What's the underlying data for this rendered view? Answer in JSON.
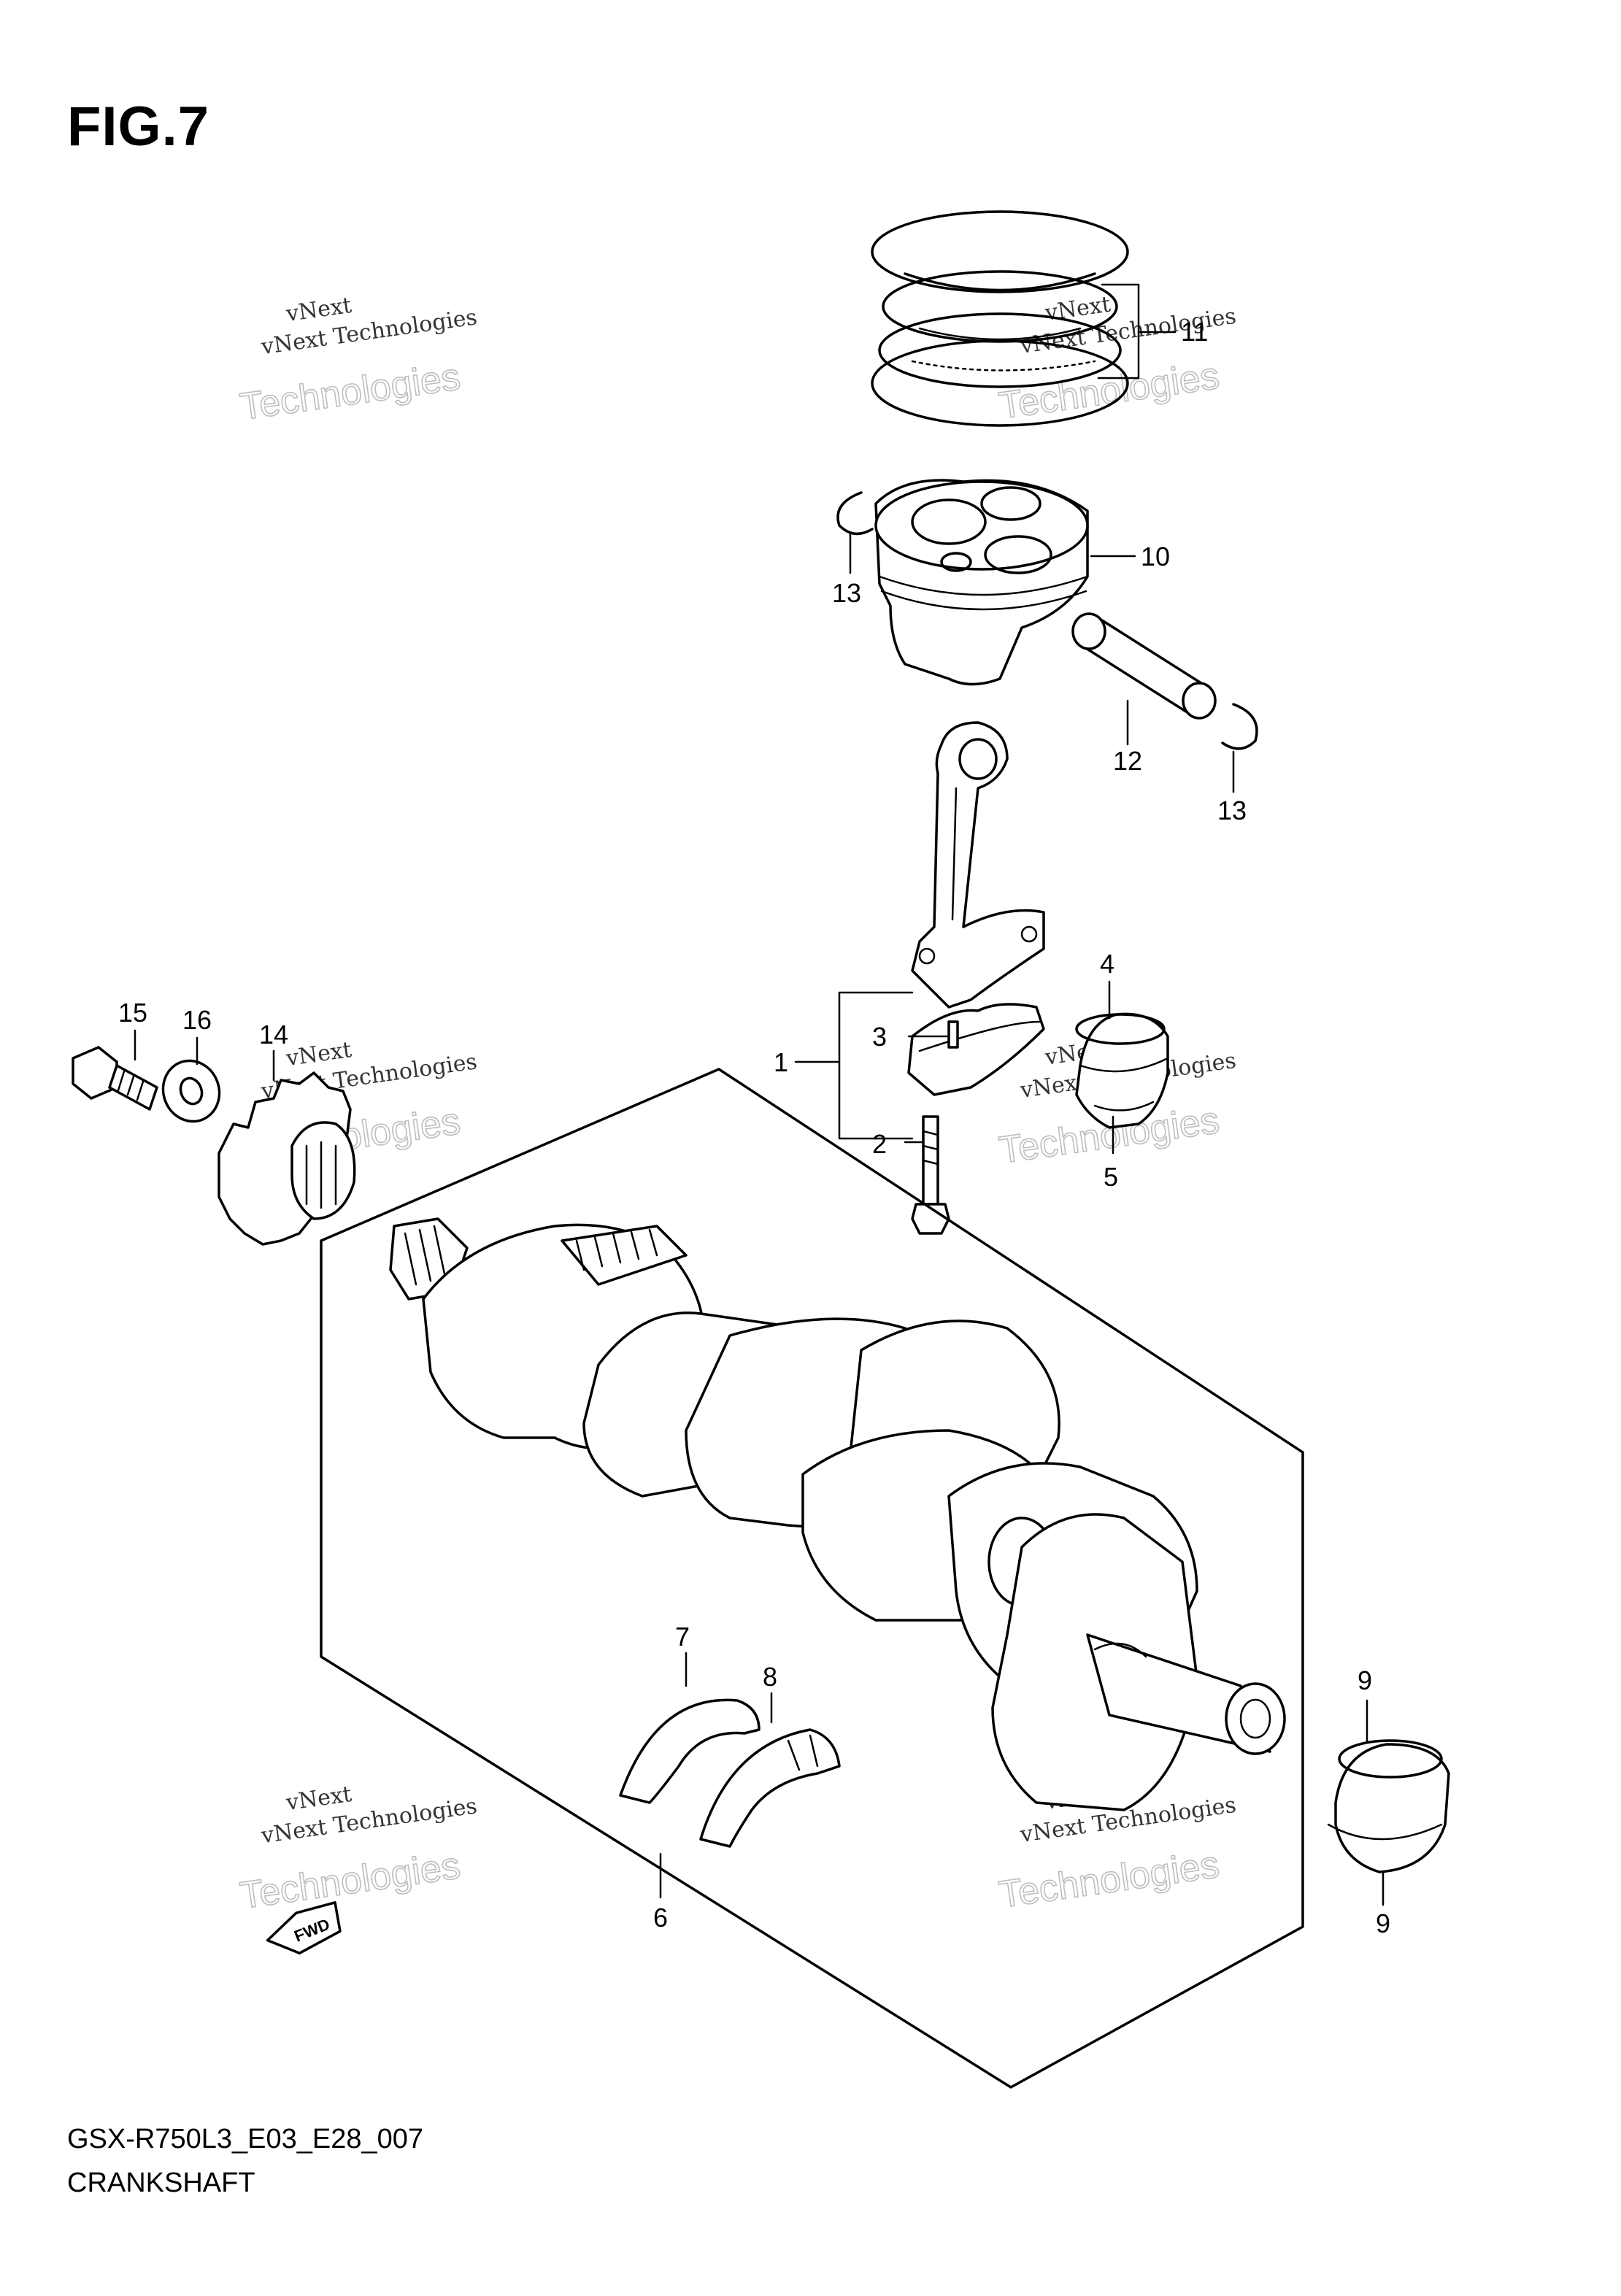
{
  "figure": {
    "title": "FIG.7",
    "code": "GSX-R750L3_E03_E28_007",
    "section": "CRANKSHAFT"
  },
  "callouts": {
    "c1": "1",
    "c2": "2",
    "c3": "3",
    "c4": "4",
    "c5": "5",
    "c6": "6",
    "c7": "7",
    "c8": "8",
    "c9a": "9",
    "c9b": "9",
    "c10": "10",
    "c11": "11",
    "c12": "12",
    "c13a": "13",
    "c13b": "13",
    "c14": "14",
    "c15": "15",
    "c16": "16"
  },
  "forward_marker": "FWD",
  "watermark": {
    "line1": "vNext",
    "line2": "vNext Technologies",
    "line3": "Technologies"
  },
  "icons": {
    "forward": "fwd-arrow-icon"
  }
}
